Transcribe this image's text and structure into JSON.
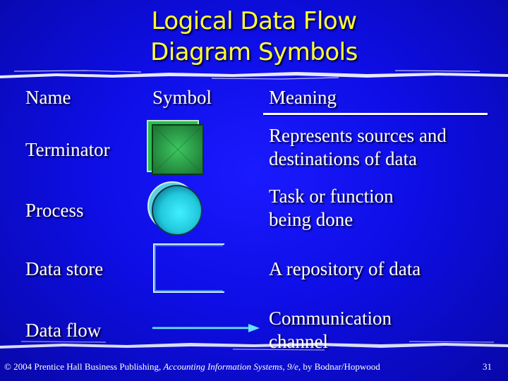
{
  "title": {
    "line1": "Logical Data Flow",
    "line2": "Diagram Symbols"
  },
  "headers": {
    "name": "Name",
    "symbol": "Symbol",
    "meaning": "Meaning"
  },
  "rows": [
    {
      "name": "Terminator",
      "meaning_line1": "Represents sources and",
      "meaning_line2": "destinations of data",
      "symbol_icon": "terminator-square-icon"
    },
    {
      "name": "Process",
      "meaning_line1": "Task or function",
      "meaning_line2": "being done",
      "symbol_icon": "process-circle-icon"
    },
    {
      "name": "Data store",
      "meaning_line1": "A repository of data",
      "meaning_line2": "",
      "symbol_icon": "data-store-icon"
    },
    {
      "name": "Data flow",
      "meaning_line1": "Communication",
      "meaning_line2": "channel",
      "symbol_icon": "data-flow-arrow-icon"
    }
  ],
  "footer": {
    "copyright_symbol": "©",
    "text_before": " 2004 Prentice Hall Business Publishing, ",
    "book_title": "Accounting Information Systems, 9/e",
    "text_after": ", by Bodnar/Hopwood",
    "page_number": "31"
  },
  "colors": {
    "background": "#0e0ee6",
    "title": "#ffff33",
    "terminator": "#2e9e4a",
    "process": "#33e0f0"
  }
}
